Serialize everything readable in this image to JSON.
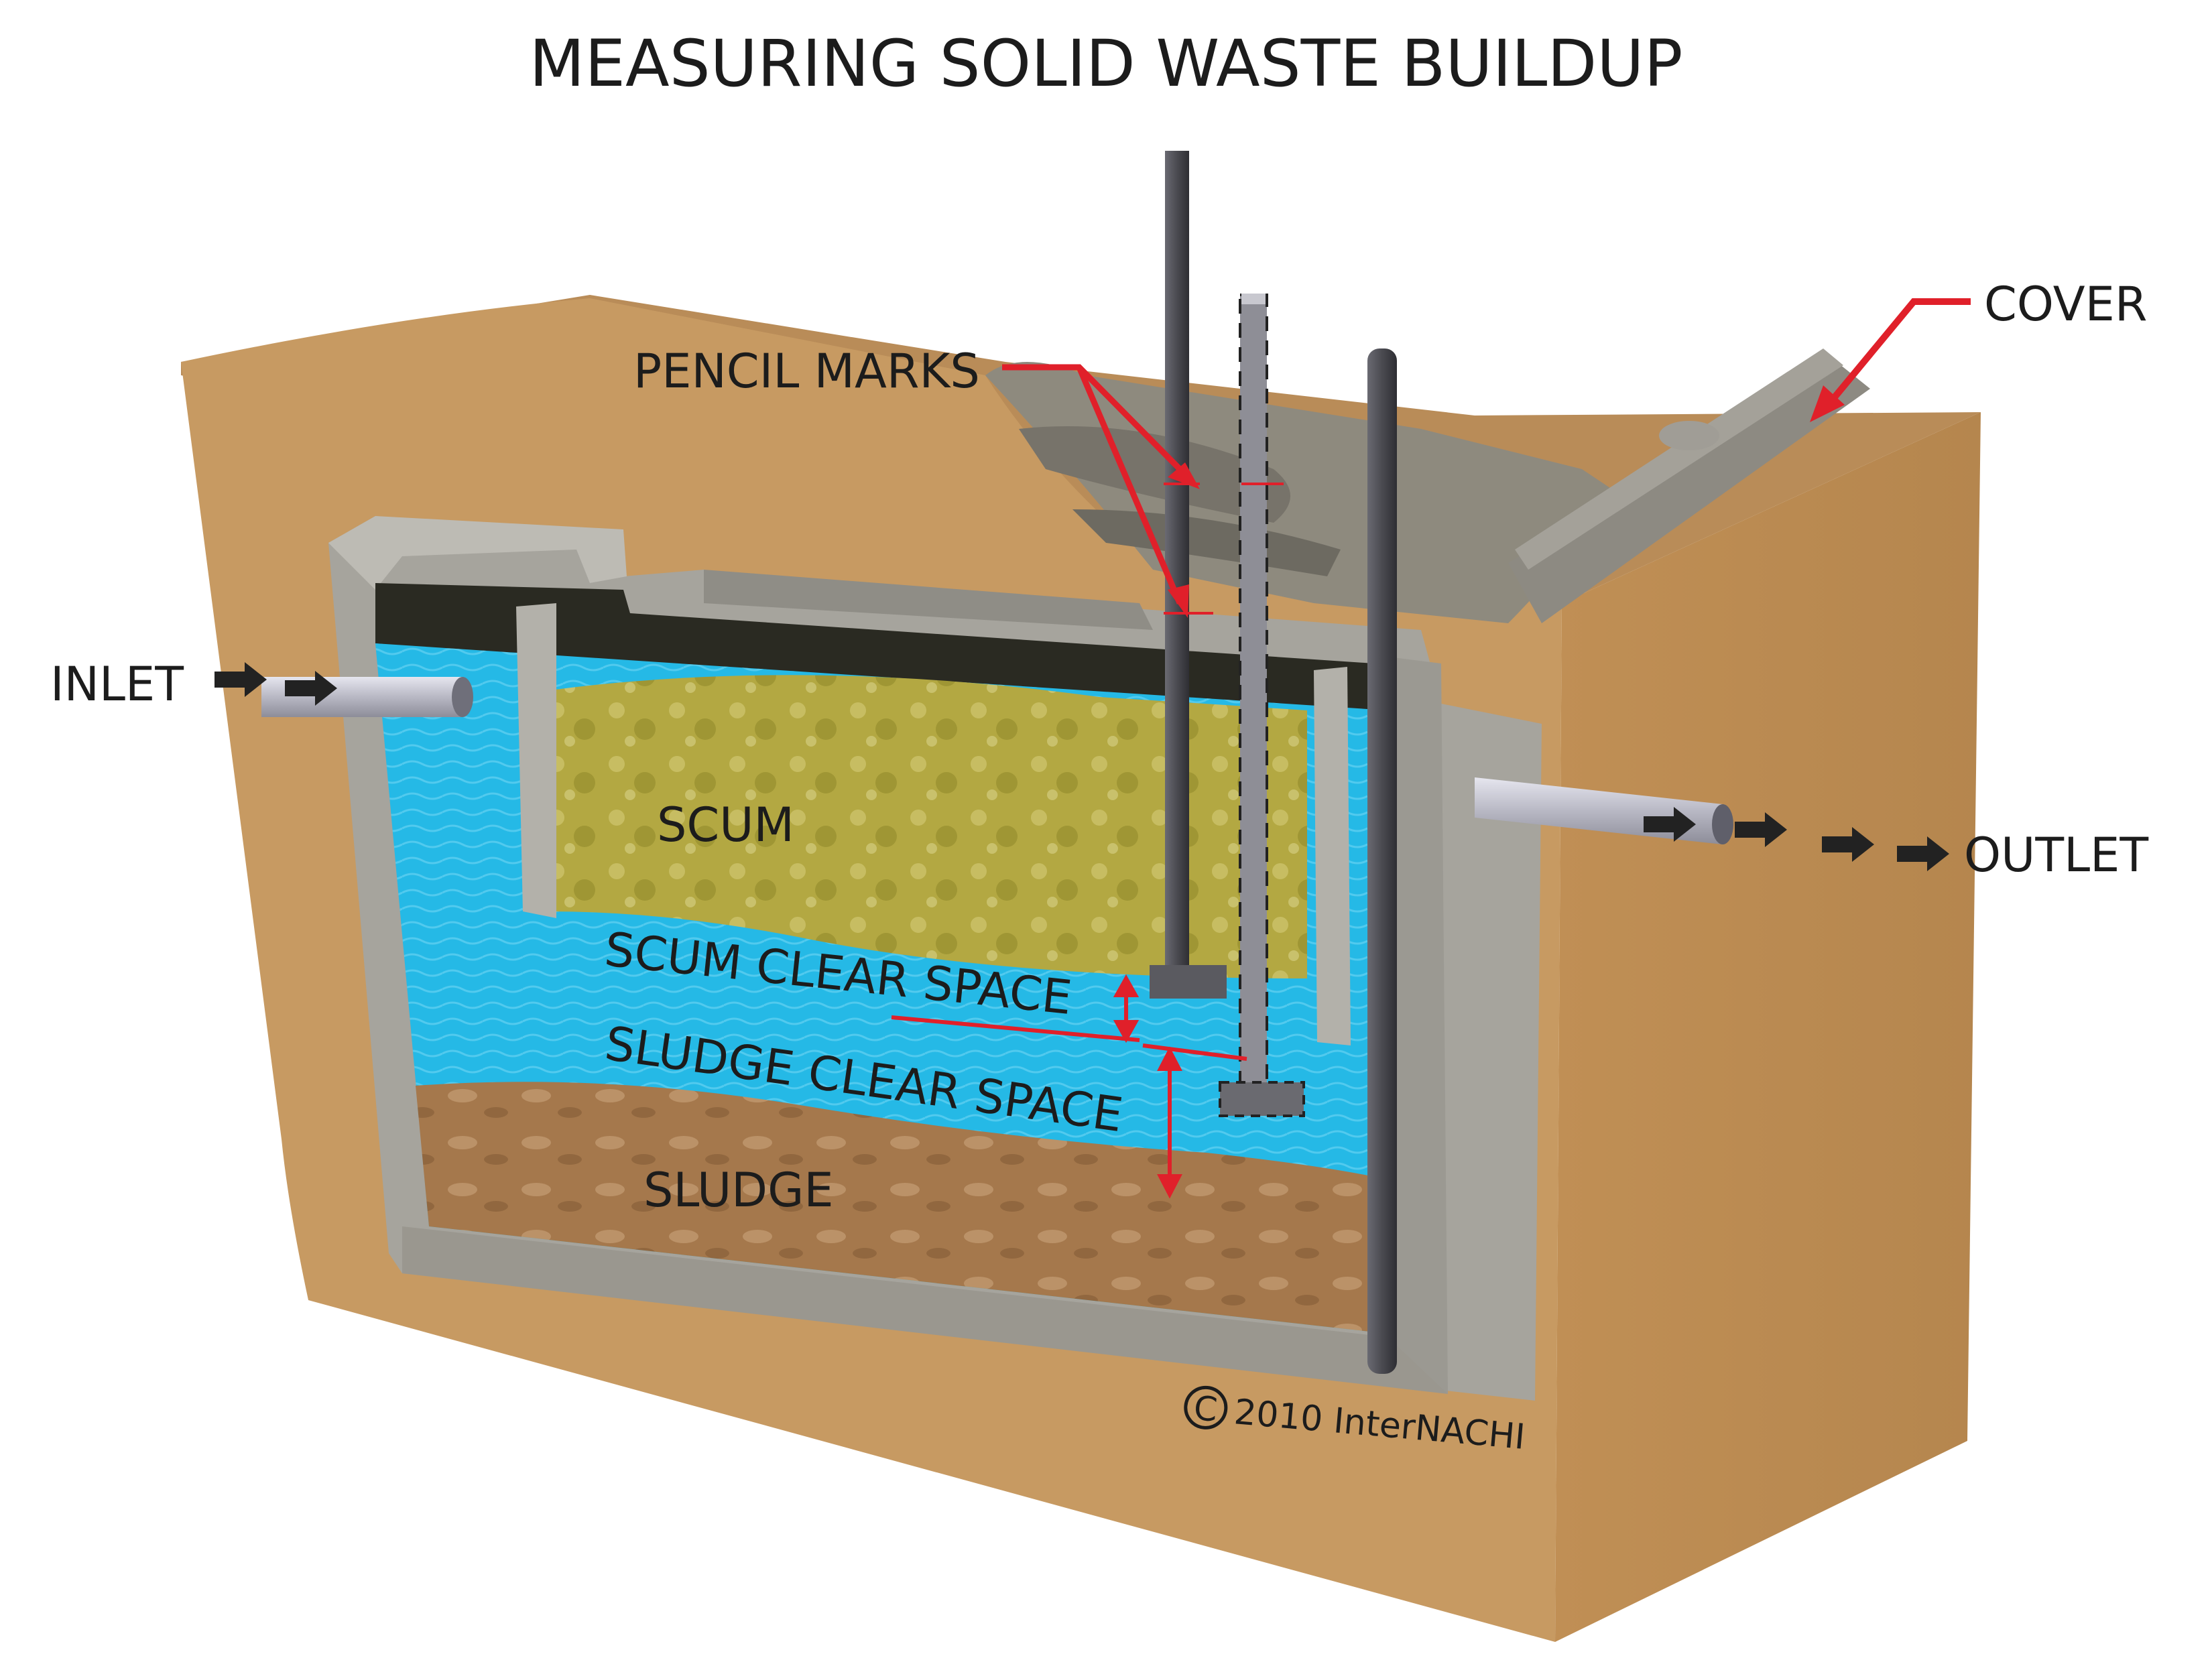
{
  "title": "MEASURING SOLID WASTE BUILDUP",
  "labels": {
    "inlet": "INLET",
    "outlet": "OUTLET",
    "cover": "COVER",
    "pencil_marks": "PENCIL MARKS",
    "scum": "SCUM",
    "scum_clear_space": "SCUM CLEAR SPACE",
    "sludge_clear_space": "SLUDGE CLEAR SPACE",
    "sludge": "SLUDGE"
  },
  "copyright": {
    "symbol": "C",
    "text": "2010  InterNACHI"
  },
  "colors": {
    "soil": "#c79a62",
    "soil_dark": "#a87d48",
    "concrete": "#a6a49d",
    "water": "#25b9e6",
    "scum": "#b5a944",
    "sludge": "#a77a4f",
    "pole": "#4a4a50",
    "pointer_red": "#e0202a",
    "arrow_dark": "#222222"
  },
  "icons": {
    "flow_arrow": "right-arrow-icon",
    "copyright": "copyright-icon"
  }
}
